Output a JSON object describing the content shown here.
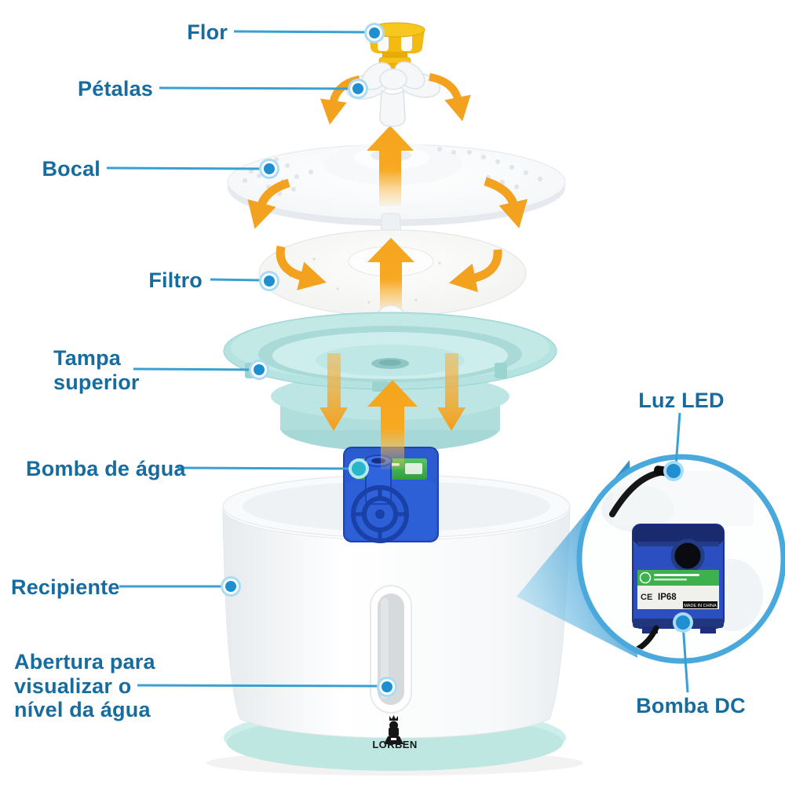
{
  "diagram": {
    "labels": {
      "flor": "Flor",
      "petalas": "Pétalas",
      "bocal": "Bocal",
      "filtro": "Filtro",
      "tampa_superior": "Tampa superior",
      "bomba_de_agua": "Bomba de água",
      "recipiente": "Recipiente",
      "abertura": "Abertura para visualizar o nível da água",
      "luz_led": "Luz LED",
      "bomba_dc": "Bomba DC"
    }
  },
  "brand": {
    "name": "LORBEN"
  },
  "inset_label": {
    "ce_mark": "CE",
    "ip_rating": "IP68",
    "made_in": "MADE IN CHINA"
  },
  "colors": {
    "label_text": "#176c9f",
    "leader_line": "#3aa0d4",
    "marker_blue": "#1e8fd0",
    "marker_teal": "#2ab5c8",
    "arrow_orange": "#F6A623",
    "flower_yellow": "#F7C520",
    "lid_teal": "#bfe8e6",
    "pump_blue": "#2c5ad0",
    "base_teal": "#cdeeea",
    "magnifier_border": "#49a8dc"
  }
}
